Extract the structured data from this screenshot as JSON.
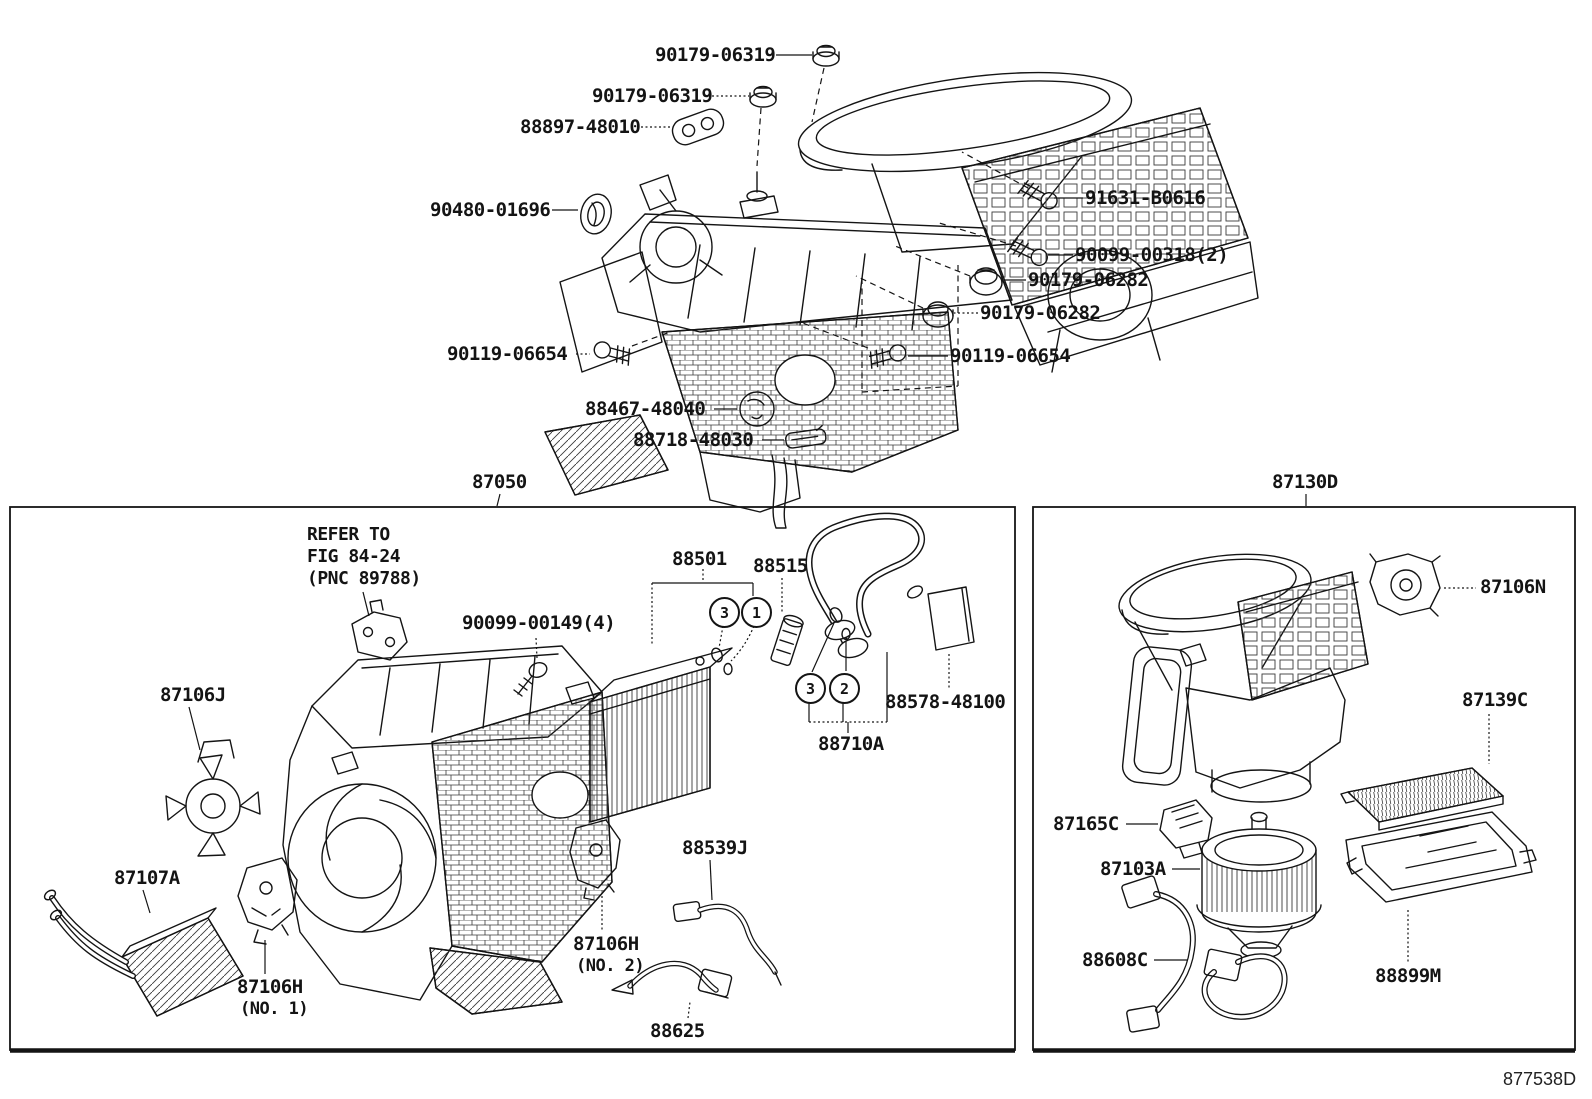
{
  "footer_code": "877538D",
  "top_section": {
    "labels": [
      {
        "text": "90179-06319"
      },
      {
        "text": "90179-06319"
      },
      {
        "text": "88897-48010"
      },
      {
        "text": "90480-01696"
      },
      {
        "text": "91631-B0616"
      },
      {
        "text": "90099-00318(2)"
      },
      {
        "text": "90179-06282"
      },
      {
        "text": "90179-06282"
      },
      {
        "text": "90119-06654"
      },
      {
        "text": "90119-06654"
      },
      {
        "text": "88467-48040"
      },
      {
        "text": "88718-48030"
      }
    ]
  },
  "left_panel": {
    "title": "87050",
    "note": [
      "REFER TO",
      "FIG 84-24",
      "(PNC 89788)"
    ],
    "labels": [
      {
        "text": "88501"
      },
      {
        "text": "88515"
      },
      {
        "text": "90099-00149(4)"
      },
      {
        "text": "87106J"
      },
      {
        "text": "87107A"
      },
      {
        "text": "87106H"
      },
      {
        "text": "(NO. 1)"
      },
      {
        "text": "87106H"
      },
      {
        "text": "(NO. 2)"
      },
      {
        "text": "88539J"
      },
      {
        "text": "88625"
      },
      {
        "text": "88578-48100"
      },
      {
        "text": "88710A"
      }
    ],
    "callouts": [
      {
        "n": "3"
      },
      {
        "n": "1"
      },
      {
        "n": "3"
      },
      {
        "n": "2"
      }
    ]
  },
  "right_panel": {
    "title": "87130D",
    "labels": [
      {
        "text": "87106N"
      },
      {
        "text": "87139C"
      },
      {
        "text": "87165C"
      },
      {
        "text": "87103A"
      },
      {
        "text": "88608C"
      },
      {
        "text": "88899M"
      }
    ]
  }
}
